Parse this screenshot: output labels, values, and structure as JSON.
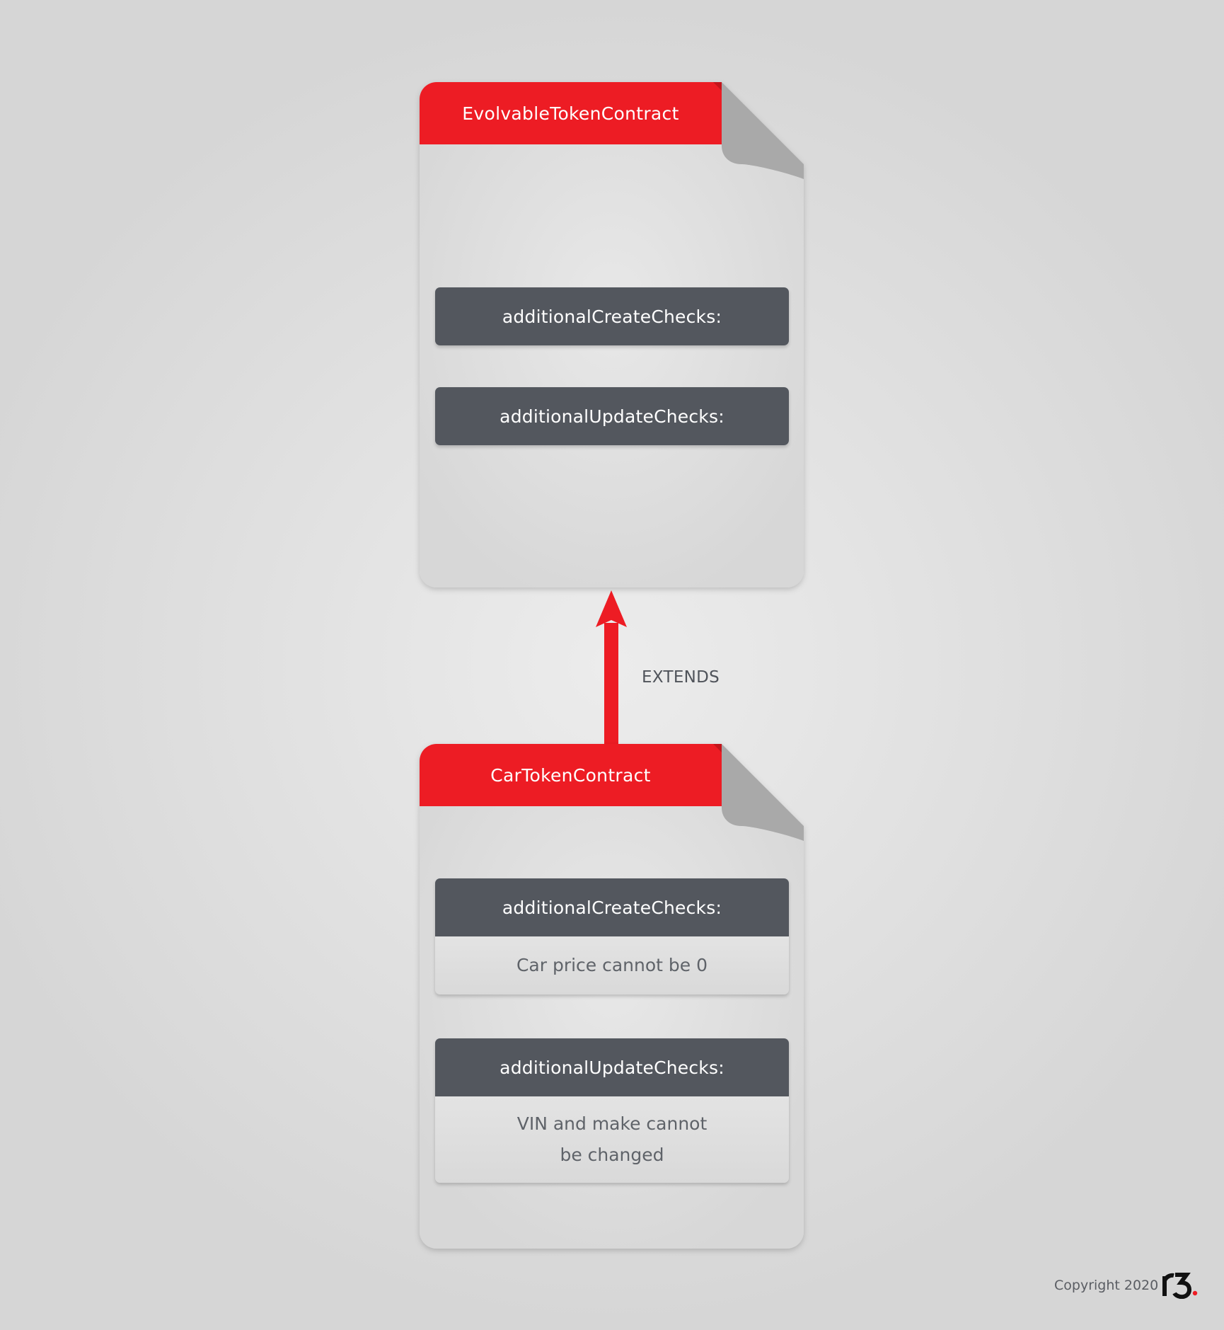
{
  "colors": {
    "accent_red": "#ed1c24",
    "check_header": "#53575e",
    "doc_fill": "#dcdcdc",
    "fold": "#a9a9a9"
  },
  "parent_contract": {
    "title": "EvolvableTokenContract",
    "create_checks_label": "additionalCreateChecks:",
    "update_checks_label": "additionalUpdateChecks:"
  },
  "relation": {
    "label": "EXTENDS"
  },
  "child_contract": {
    "title": "CarTokenContract",
    "create_checks_label": "additionalCreateChecks:",
    "create_checks_body": "Car price cannot be 0",
    "update_checks_label": "additionalUpdateChecks:",
    "update_checks_body": "VIN and make cannot\nbe changed"
  },
  "footer": {
    "copyright": "Copyright 2020",
    "logo_text": "r3"
  }
}
